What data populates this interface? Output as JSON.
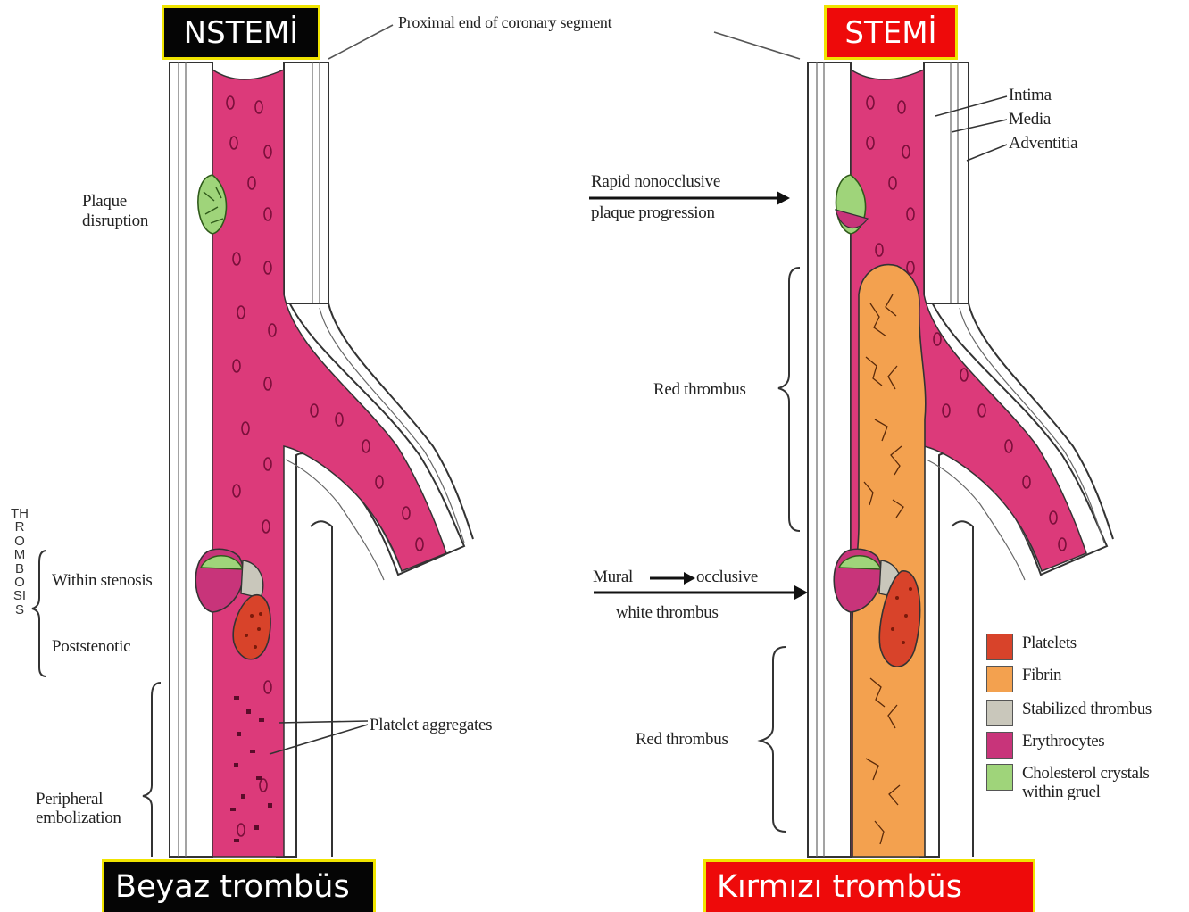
{
  "headers": {
    "left": "NSTEMİ",
    "right": "STEMİ"
  },
  "footers": {
    "left": "Beyaz trombüs",
    "right": "Kırmızı trombüs"
  },
  "labels": {
    "proximal": "Proximal end of coronary segment",
    "plaque_disruption": "Plaque\ndisruption",
    "thrombosis": "THROMBOSIS",
    "within_stenosis": "Within stenosis",
    "poststenotic": "Poststenotic",
    "peripheral": "Peripheral\nembolization",
    "platelet_aggregates": "Platelet aggregates",
    "intima": "Intima",
    "media": "Media",
    "adventitia": "Adventitia",
    "rapid_line1": "Rapid nonocclusive",
    "rapid_line2": "plaque progression",
    "red_thrombus_upper": "Red thrombus",
    "mural": "Mural",
    "occlusive": "occlusive",
    "white_thrombus": "white thrombus",
    "red_thrombus_lower": "Red thrombus"
  },
  "legend": [
    {
      "name": "Platelets",
      "color": "#d8432a"
    },
    {
      "name": "Fibrin",
      "color": "#f3a14f"
    },
    {
      "name": "Stabilized thrombus",
      "color": "#c9c7bb"
    },
    {
      "name": "Erythrocytes",
      "color": "#c8347a"
    },
    {
      "name": "Cholesterol crystals\nwithin gruel",
      "color": "#9fd47a"
    }
  ],
  "colors": {
    "blood": "#dc3a7a",
    "wall": "#ffffff",
    "fibrin": "#f3a14f",
    "platelet": "#d8432a",
    "plaque": "#9fd47a",
    "stabilized": "#c9c7bb"
  }
}
